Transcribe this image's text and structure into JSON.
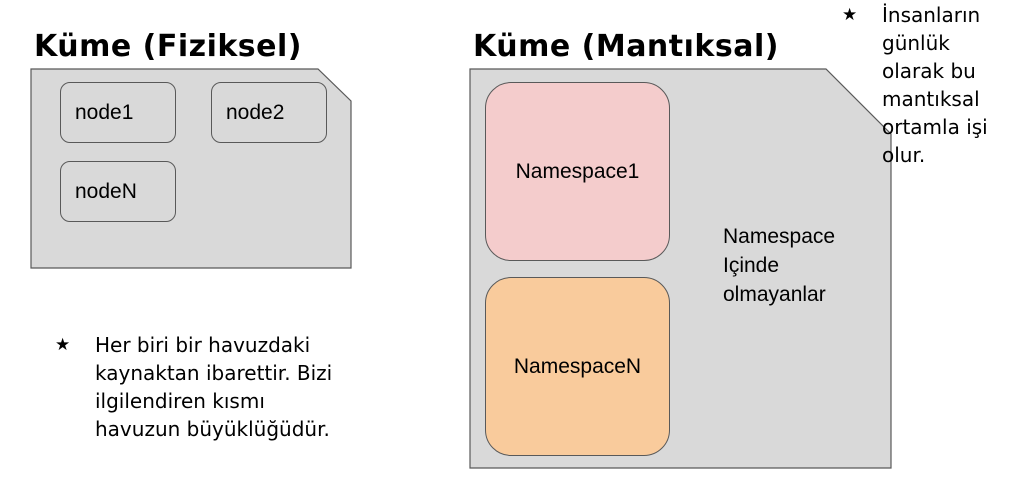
{
  "physical": {
    "title": "Küme (Fiziksel)",
    "nodes": [
      "node1",
      "node2",
      "nodeN"
    ],
    "note": "Her biri bir havuzdaki\nkaynaktan ibarettir. Bizi\nilgilendiren kısmı\nhavuzun büyüklüğüdür."
  },
  "logical": {
    "title": "Küme (Mantıksal)",
    "namespaces": [
      "Namespace1",
      "NamespaceN"
    ],
    "outside_label": "Namespace\nIçinde\nolmayanlar",
    "note": "İnsanların\ngünlük\nolarak bu\nmantıksal\nortamla işi\nolur."
  },
  "bullet_symbol": "★",
  "colors": {
    "cluster_fill": "#d9d9d9",
    "cluster_stroke": "#595959",
    "namespace1_fill": "#f4cccc",
    "namespaceN_fill": "#f9cb9c"
  }
}
